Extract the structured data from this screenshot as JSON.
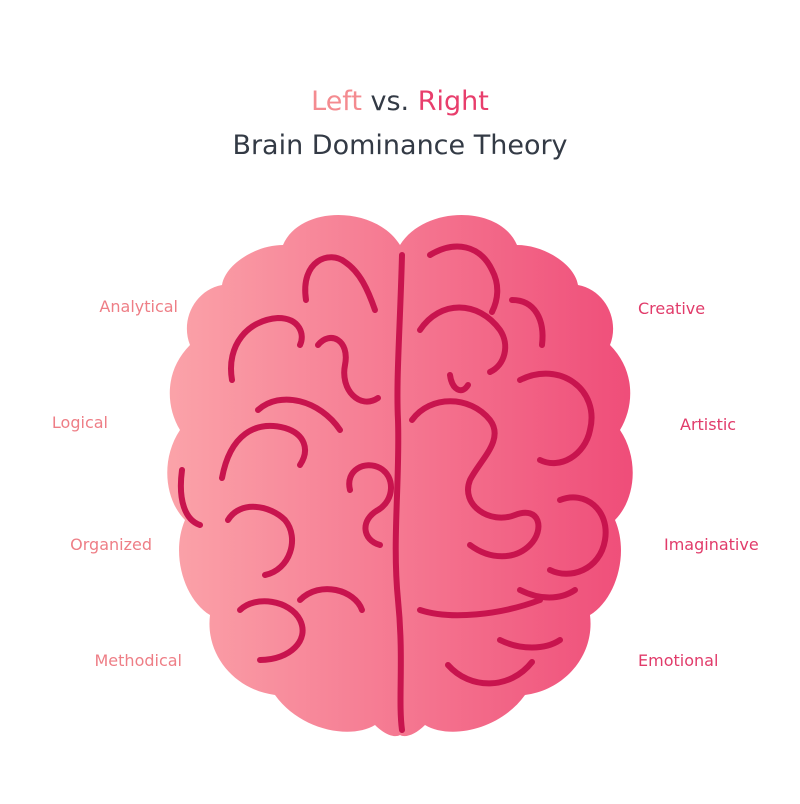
{
  "title": {
    "left_word": "Left",
    "vs_word": "vs.",
    "right_word": "Right",
    "subtitle": "Brain Dominance Theory"
  },
  "left_traits": [
    "Analytical",
    "Logical",
    "Organized",
    "Methodical"
  ],
  "right_traits": [
    "Creative",
    "Artistic",
    "Imaginative",
    "Emotional"
  ],
  "colors": {
    "left_accent": "#f48b90",
    "right_accent": "#e83e6c",
    "title_dark": "#333a45",
    "brain_light": "#fba3a9",
    "brain_dark": "#ef4d79",
    "groove": "#c8144e"
  },
  "icons": {
    "brain": "brain-icon"
  }
}
